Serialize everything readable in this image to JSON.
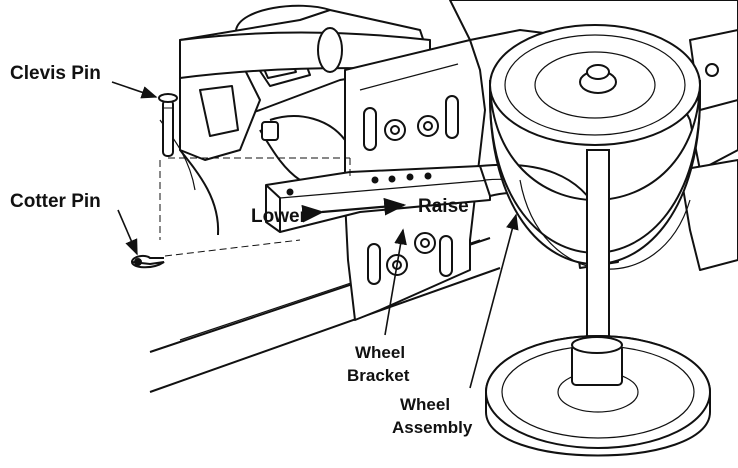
{
  "diagram": {
    "labels": {
      "clevis_pin": "Clevis Pin",
      "cotter_pin": "Cotter Pin",
      "lower": "Lower",
      "raise": "Raise",
      "wheel_bracket_line1": "Wheel",
      "wheel_bracket_line2": "Bracket",
      "wheel_assembly_line1": "Wheel",
      "wheel_assembly_line2": "Assembly"
    },
    "colors": {
      "ink": "#111111",
      "hatch": "#555555",
      "fill": "#ffffff"
    }
  }
}
